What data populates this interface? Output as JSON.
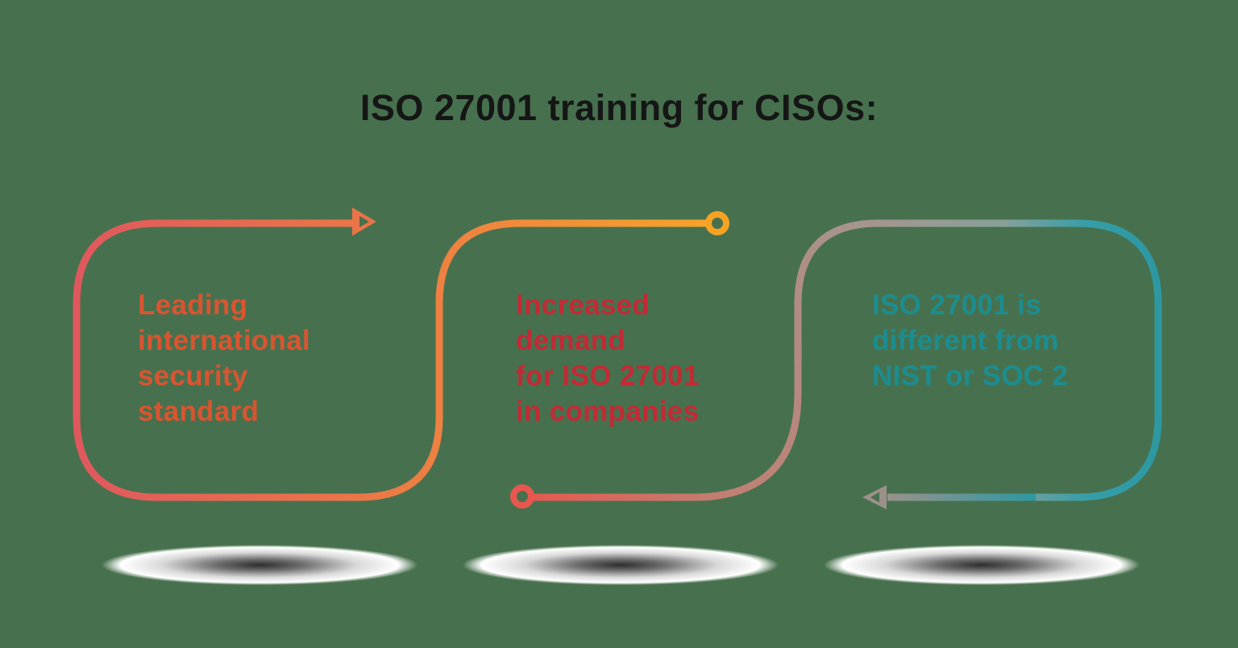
{
  "background": {
    "color": "#47714E"
  },
  "title": {
    "text": "ISO 27001 training for CISOs:",
    "color": "#161616"
  },
  "panels": [
    {
      "name": "leading-international-security-standard",
      "text": "Leading\ninternational\nsecurity\nstandard",
      "color": "#DA5430"
    },
    {
      "name": "increased-demand-for-iso-27001",
      "text": "Increased\ndemand\nfor ISO 27001\nin companies",
      "color": "#C32A35"
    },
    {
      "name": "iso-27001-different-from-nist-soc2",
      "text": "ISO 27001 is\ndifferent from\nNIST or SOC 2",
      "color": "#1C8D8F"
    }
  ],
  "flow": {
    "stroke_width": "9",
    "path1_stops": [
      "#E0585E",
      "#EB7748",
      "#F6A42A"
    ],
    "path2a_stops": [
      "#E6594F",
      "#C27E71",
      "#B18C84",
      "#A29791",
      "#87A09A"
    ],
    "path2b_stops": [
      "#87A09A",
      "#359EA8",
      "#2D98A2"
    ],
    "path2c_stops": [
      "#2D98A2",
      "#9B918B"
    ],
    "arrow_right_color": "#EB7348",
    "arrow_left_color": "#9C908A",
    "ring_top_color": "#F6A324",
    "ring_bottom_color": "#E8574F"
  }
}
